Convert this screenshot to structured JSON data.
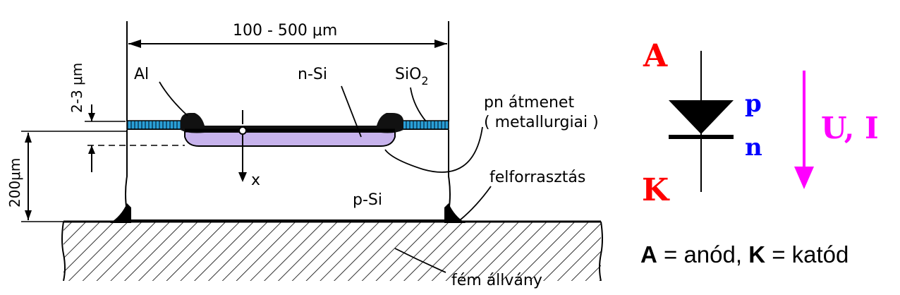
{
  "cross_section": {
    "width_dim": "100 - 500 μm",
    "oxide_dim": "2-3 μm",
    "thickness_dim": "200μm",
    "metal_label": "Al",
    "n_region_label": "n-Si",
    "oxide_label": "SiO",
    "oxide_sub": "2",
    "junction_label_1": "pn átmenet",
    "junction_label_2": "( metallurgiai )",
    "axis_label": "x",
    "substrate_label": "p-Si",
    "solder_label": "felforrasztás",
    "base_label": "fém állvány"
  },
  "symbol": {
    "anode": "A",
    "cathode": "K",
    "p_side": "p",
    "n_side": "n",
    "arrow_label": "U, I",
    "colors": {
      "anode": "#ff0000",
      "cathode": "#ff0000",
      "p": "#0000ff",
      "n": "#0000ff",
      "arrow": "#ff00ff"
    }
  },
  "legend": {
    "a_key": "A",
    "a_text": " = anód, ",
    "k_key": "K",
    "k_text": " = katód"
  }
}
